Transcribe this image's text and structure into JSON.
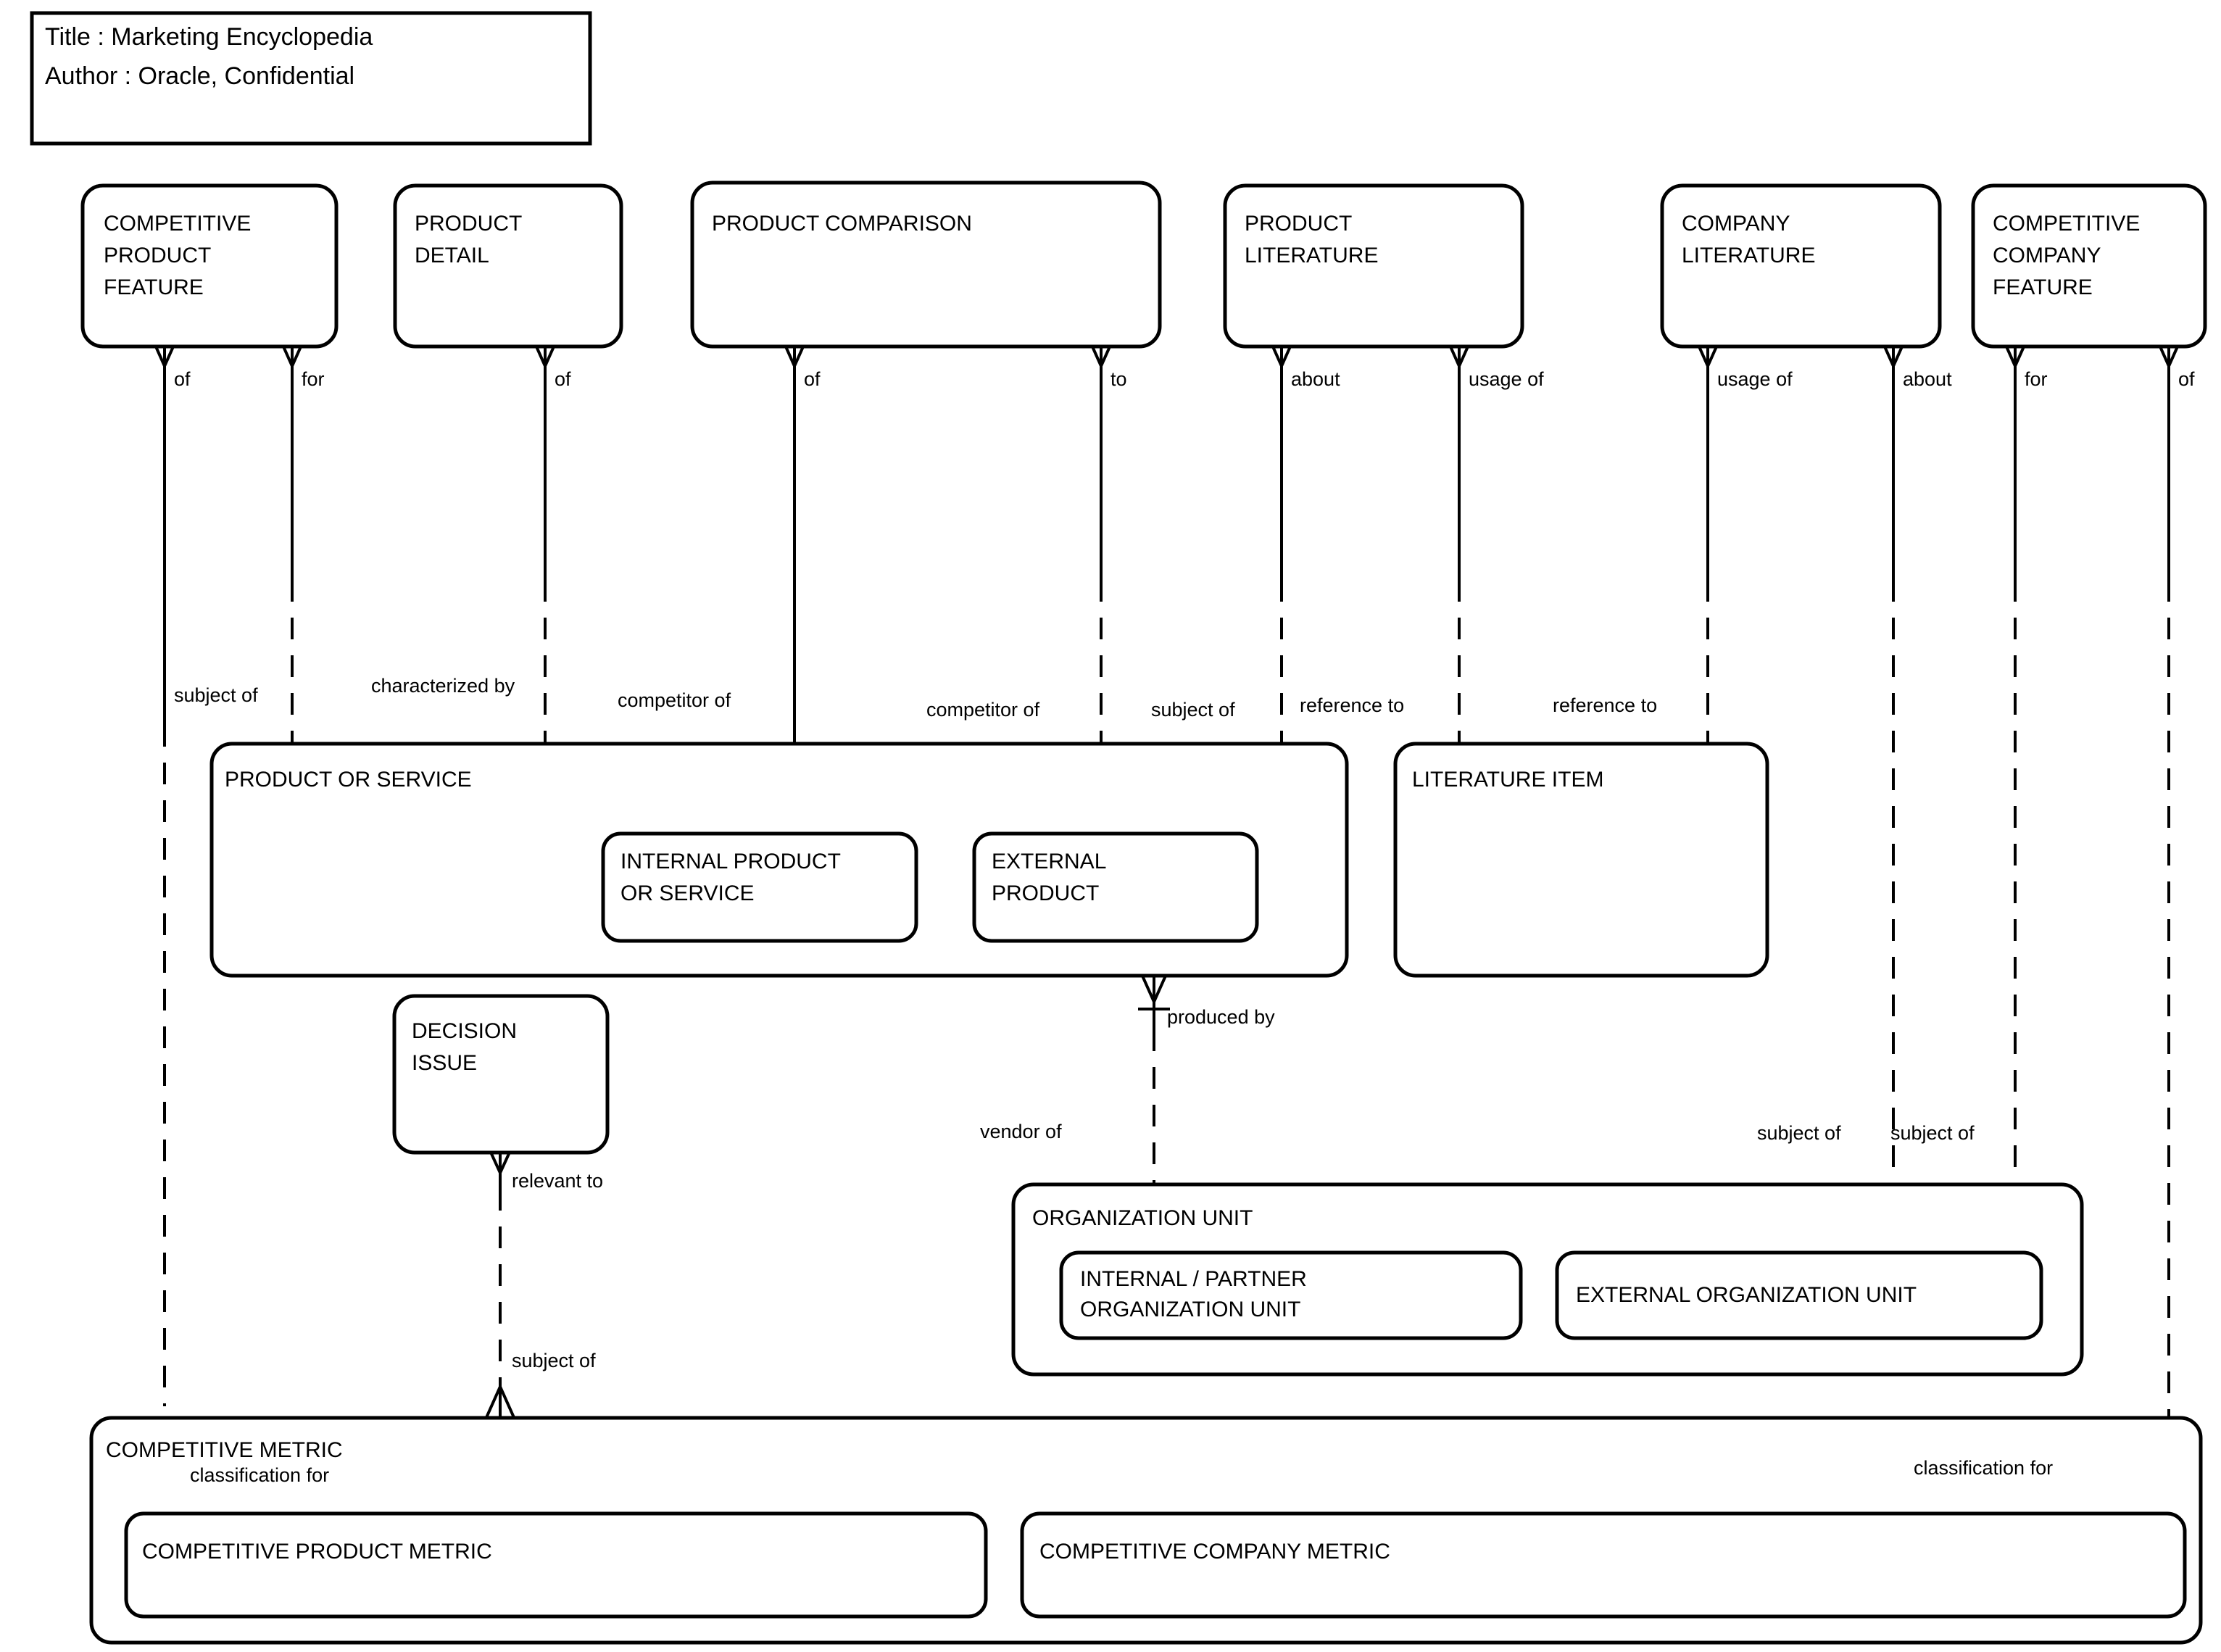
{
  "diagram": {
    "kind": "entity-relationship-diagram",
    "notation": "crows-foot",
    "background": "#ffffff",
    "line_color": "#000000",
    "title_block": {
      "title_line": "Title : Marketing Encyclopedia",
      "author_line": "Author : Oracle, Confidential"
    },
    "entities": [
      {
        "id": "competitive-product-feature",
        "lines": [
          "COMPETITIVE",
          "PRODUCT",
          "FEATURE"
        ]
      },
      {
        "id": "product-detail",
        "lines": [
          "PRODUCT",
          "DETAIL"
        ]
      },
      {
        "id": "product-comparison",
        "lines": [
          "PRODUCT COMPARISON"
        ]
      },
      {
        "id": "product-literature",
        "lines": [
          "PRODUCT",
          "LITERATURE"
        ]
      },
      {
        "id": "company-literature",
        "lines": [
          "COMPANY",
          "LITERATURE"
        ]
      },
      {
        "id": "competitive-company-feature",
        "lines": [
          "COMPETITIVE",
          "COMPANY",
          "FEATURE"
        ]
      },
      {
        "id": "product-or-service",
        "lines": [
          "PRODUCT OR SERVICE"
        ]
      },
      {
        "id": "internal-product-or-service",
        "lines": [
          "INTERNAL PRODUCT",
          "OR SERVICE"
        ]
      },
      {
        "id": "external-product",
        "lines": [
          "EXTERNAL",
          "PRODUCT"
        ]
      },
      {
        "id": "literature-item",
        "lines": [
          "LITERATURE ITEM"
        ]
      },
      {
        "id": "decision-issue",
        "lines": [
          "DECISION",
          "ISSUE"
        ]
      },
      {
        "id": "organization-unit",
        "lines": [
          "ORGANIZATION UNIT"
        ]
      },
      {
        "id": "internal-partner-organization-unit",
        "lines": [
          "INTERNAL / PARTNER",
          "ORGANIZATION UNIT"
        ]
      },
      {
        "id": "external-organization-unit",
        "lines": [
          "EXTERNAL ORGANIZATION UNIT"
        ]
      },
      {
        "id": "competitive-metric",
        "lines": [
          "COMPETITIVE METRIC"
        ]
      },
      {
        "id": "competitive-product-metric",
        "lines": [
          "COMPETITIVE PRODUCT METRIC"
        ]
      },
      {
        "id": "competitive-company-metric",
        "lines": [
          "COMPETITIVE COMPANY METRIC"
        ]
      }
    ],
    "relationship_labels": {
      "top_row": [
        {
          "id": "cpf-of",
          "text": "of"
        },
        {
          "id": "cpf-for",
          "text": "for"
        },
        {
          "id": "pd-of",
          "text": "of"
        },
        {
          "id": "pc-of",
          "text": "of"
        },
        {
          "id": "pc-to",
          "text": "to"
        },
        {
          "id": "pl-about",
          "text": "about"
        },
        {
          "id": "pl-usage-of",
          "text": "usage of"
        },
        {
          "id": "cl-usage-of",
          "text": "usage of"
        },
        {
          "id": "cl-about",
          "text": "about"
        },
        {
          "id": "ccf-for",
          "text": "for"
        },
        {
          "id": "ccf-of",
          "text": "of"
        }
      ],
      "mid_row": [
        {
          "id": "subject-of-1",
          "text": "subject of"
        },
        {
          "id": "characterized-by",
          "text": "characterized by"
        },
        {
          "id": "competitor-of-1",
          "text": "competitor of"
        },
        {
          "id": "competitor-of-2",
          "text": "competitor of"
        },
        {
          "id": "subject-of-2",
          "text": "subject of"
        },
        {
          "id": "reference-to-1",
          "text": "reference to"
        },
        {
          "id": "reference-to-2",
          "text": "reference to"
        }
      ],
      "lower_row": [
        {
          "id": "produced-by",
          "text": "produced by"
        },
        {
          "id": "vendor-of",
          "text": "vendor of"
        },
        {
          "id": "relevant-to",
          "text": "relevant to"
        },
        {
          "id": "subject-of-3",
          "text": "subject of"
        },
        {
          "id": "subject-of-4",
          "text": "subject of"
        },
        {
          "id": "subject-of-5",
          "text": "subject of"
        }
      ],
      "bottom_row": [
        {
          "id": "classification-for-1",
          "text": "classification for"
        },
        {
          "id": "classification-for-2",
          "text": "classification for"
        }
      ]
    }
  }
}
